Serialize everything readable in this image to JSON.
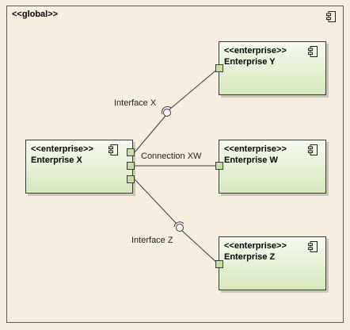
{
  "frame": {
    "title": "<<global>>",
    "icon": "component-icon"
  },
  "components": {
    "x": {
      "stereotype": "<<enterprise>>",
      "name": "Enterprise X",
      "icon": "component-icon"
    },
    "y": {
      "stereotype": "<<enterprise>>",
      "name": "Enterprise Y",
      "icon": "component-icon"
    },
    "w": {
      "stereotype": "<<enterprise>>",
      "name": "Enterprise W",
      "icon": "component-icon"
    },
    "z": {
      "stereotype": "<<enterprise>>",
      "name": "Enterprise Z",
      "icon": "component-icon"
    }
  },
  "connectors": {
    "interface_x": "Interface X",
    "connection_xw": "Connection XW",
    "interface_z": "Interface Z"
  },
  "colors": {
    "component_fill_top": "#f6faee",
    "component_fill_bottom": "#d6e8bd",
    "port_fill": "#c7dfa3",
    "background": "#f7eedf",
    "line": "#3a3a3a"
  }
}
